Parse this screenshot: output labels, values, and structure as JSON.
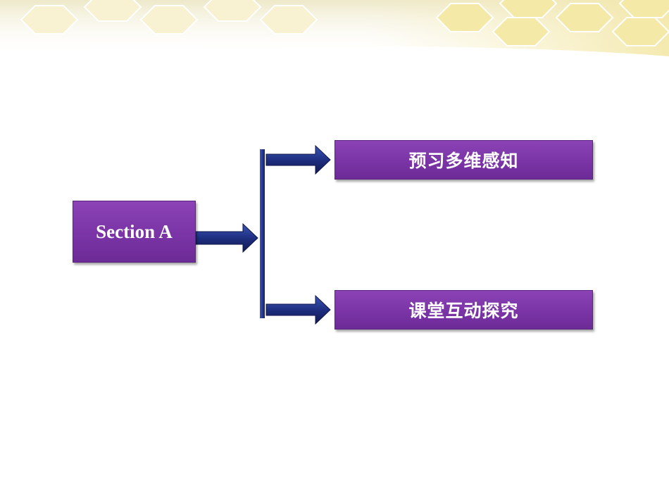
{
  "slide": {
    "source_label": "Section A",
    "branches": [
      {
        "label": "预习多维感知"
      },
      {
        "label": "课堂互动探究"
      }
    ]
  },
  "colors": {
    "box_fill": "#7b35a8",
    "arrow_fill": "#1f2f80",
    "header_hex": "#f6f0c4"
  },
  "icons": {
    "arrow": "right-arrow-icon",
    "decor": "honeycomb-pattern"
  }
}
